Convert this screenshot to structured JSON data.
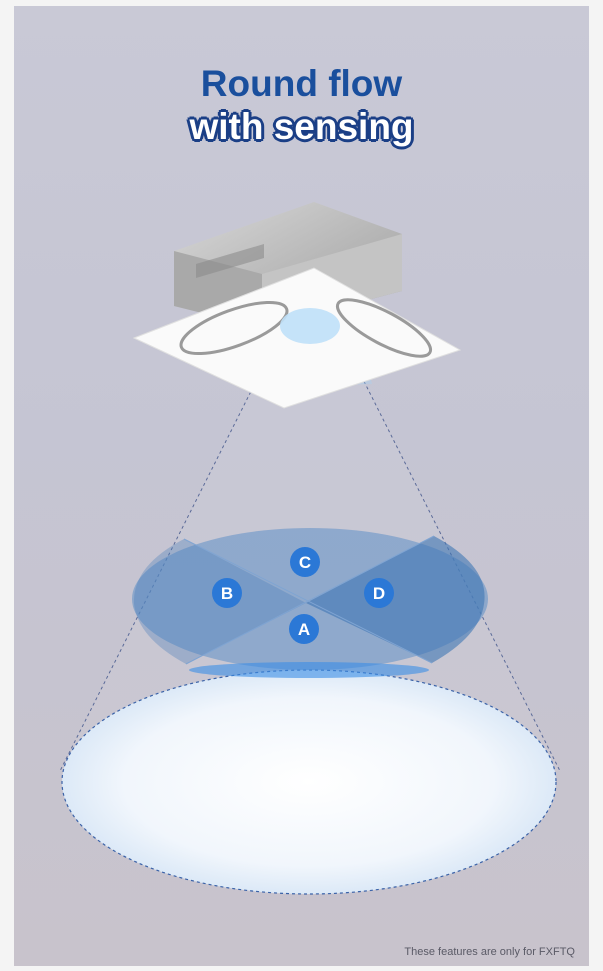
{
  "title": {
    "line1": "Round flow",
    "line2": "with sensing"
  },
  "zones": [
    {
      "id": "c",
      "label": "C"
    },
    {
      "id": "b",
      "label": "B"
    },
    {
      "id": "d",
      "label": "D"
    },
    {
      "id": "a",
      "label": "A"
    }
  ],
  "footnote": "These features are only for FXFTQ",
  "colors": {
    "title_blue": "#1a4f9d",
    "zone_marker": "#2b78d6",
    "sensing_area": "#4a86c6",
    "floor_area": "#eef4fb"
  },
  "icons": [
    "ceiling-cassette-unit-icon"
  ]
}
